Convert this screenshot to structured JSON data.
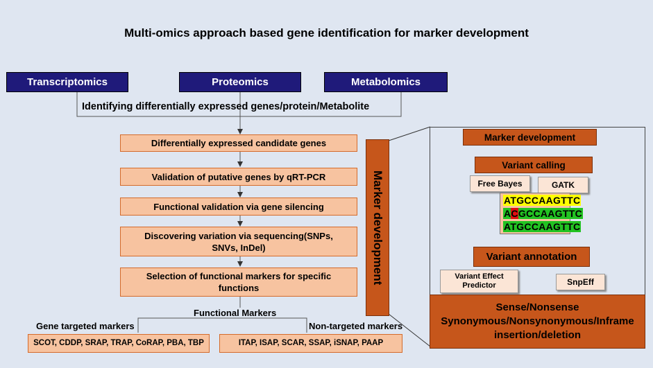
{
  "title": "Multi-omics approach based gene identification for marker development",
  "omics": {
    "transcriptomics": "Transcriptomics",
    "proteomics": "Proteomics",
    "metabolomics": "Metabolomics"
  },
  "identifying_label": "Identifying differentially expressed genes/protein/Metabolite",
  "steps": {
    "s1": "Differentially expressed candidate genes",
    "s2": "Validation of putative genes by qRT-PCR",
    "s3": "Functional validation via gene silencing",
    "s4_line1": "Discovering variation via sequencing(SNPs,",
    "s4_line2": "SNVs, InDel)",
    "s5_line1": "Selection of functional markers for specific",
    "s5_line2": "functions"
  },
  "functional_markers_label": "Functional Markers",
  "gene_targeted": {
    "label": "Gene targeted markers",
    "items": "SCOT, CDDP, SRAP, TRAP, CoRAP, PBA, TBP"
  },
  "non_targeted": {
    "label": "Non-targeted markers",
    "items": "ITAP, ISAP, SCAR, SSAP, iSNAP, PAAP"
  },
  "vertical_label": "Marker development",
  "panel": {
    "header": "Marker development",
    "variant_calling": "Variant calling",
    "free_bayes": "Free Bayes",
    "gatk": "GATK",
    "seq1": "ATGCCAAGTTC",
    "seq2_prefix": "A",
    "seq2_variant": "C",
    "seq2_suffix": "GCCAAGTTC",
    "seq3": "ATGCCAAGTTC",
    "variant_annotation": "Variant annotation",
    "vep_line1": "Variant Effect",
    "vep_line2": "Predictor",
    "snpeff": "SnpEff",
    "result_line1": "Sense/Nonsense",
    "result_line2": "Synonymous/Nonsynonymous/Inframe",
    "result_line3": "insertion/deletion"
  },
  "colors": {
    "navy": "#1f1a7a",
    "peach": "#f7c3a0",
    "brown": "#c6561b",
    "light_peach": "#fbe5d6",
    "seq_yellow": "#ffff00",
    "seq_green": "#22c322",
    "variant_red": "#e01010"
  }
}
